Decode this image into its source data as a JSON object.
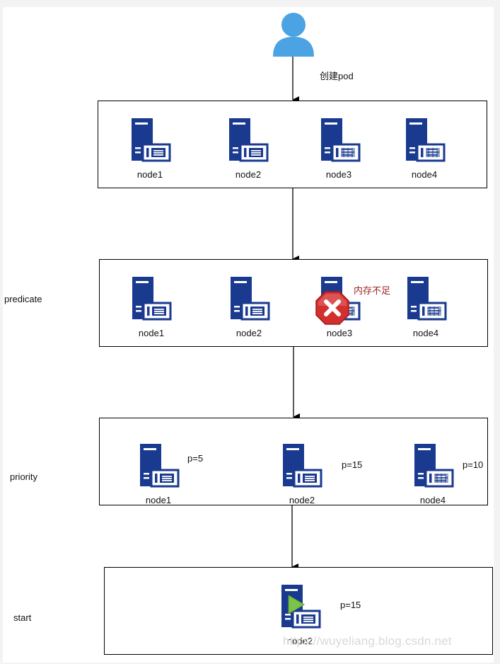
{
  "start_label": "创建pod",
  "stages": {
    "predicate": "predicate",
    "priority": "priority",
    "start": "start"
  },
  "row1": {
    "nodes": [
      "node1",
      "node2",
      "node3",
      "node4"
    ]
  },
  "row2": {
    "nodes": [
      "node1",
      "node2",
      "node3",
      "node4"
    ],
    "reject_text": "内存不足"
  },
  "row3": {
    "nodes": [
      "node1",
      "node2",
      "node4"
    ],
    "scores": [
      "p=5",
      "p=15",
      "p=10"
    ]
  },
  "row4": {
    "node": "node2",
    "score": "p=15"
  },
  "watermark": "https://wuyeliang.blog.csdn.net",
  "colors": {
    "server": "#1a3a8f",
    "user": "#4ba3e3",
    "reject": "#d32f2f",
    "reject_text": "#a0251f",
    "play": "#7cc34a"
  }
}
